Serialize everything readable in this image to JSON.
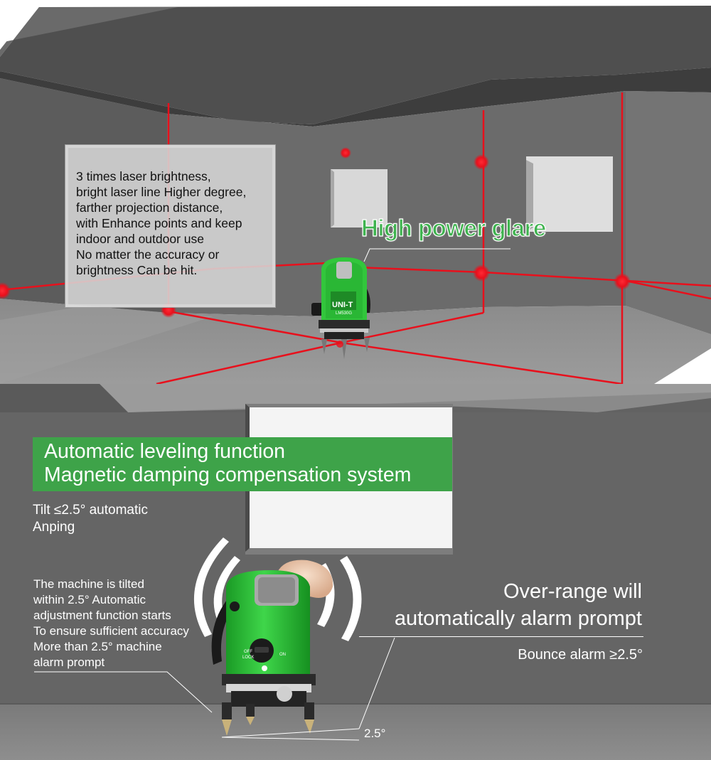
{
  "top_panel": {
    "info_text": "3 times laser brightness,\nbright laser line Higher degree,\nfarther projection distance,\nwith Enhance points and keep\nindoor and outdoor use\nNo matter the accuracy or\nbrightness Can be hit.",
    "headline": "High power glare",
    "device_brand": "UNI-T",
    "device_model": "LM530G",
    "laser_color": "#e8101c",
    "accent_green": "#3fb34f"
  },
  "bottom_panel": {
    "banner_line1": "Automatic leveling function",
    "banner_line2": "Magnetic damping compensation system",
    "tilt_line1": "Tilt ≤2.5° automatic",
    "tilt_line2": "Anping",
    "left_desc": "The machine is tilted\nwithin 2.5° Automatic\nadjustment function starts\nTo ensure sufficient accuracy\nMore than 2.5° machine\nalarm prompt",
    "overrange_line1": "Over-range will",
    "overrange_line2": "automatically alarm prompt",
    "bounce_alarm": "Bounce alarm ≥2.5°",
    "angle_label": "2.5°",
    "switch_off": "OFF",
    "switch_lock": "LOCK",
    "switch_on": "ON",
    "banner_color": "#3ea349"
  }
}
